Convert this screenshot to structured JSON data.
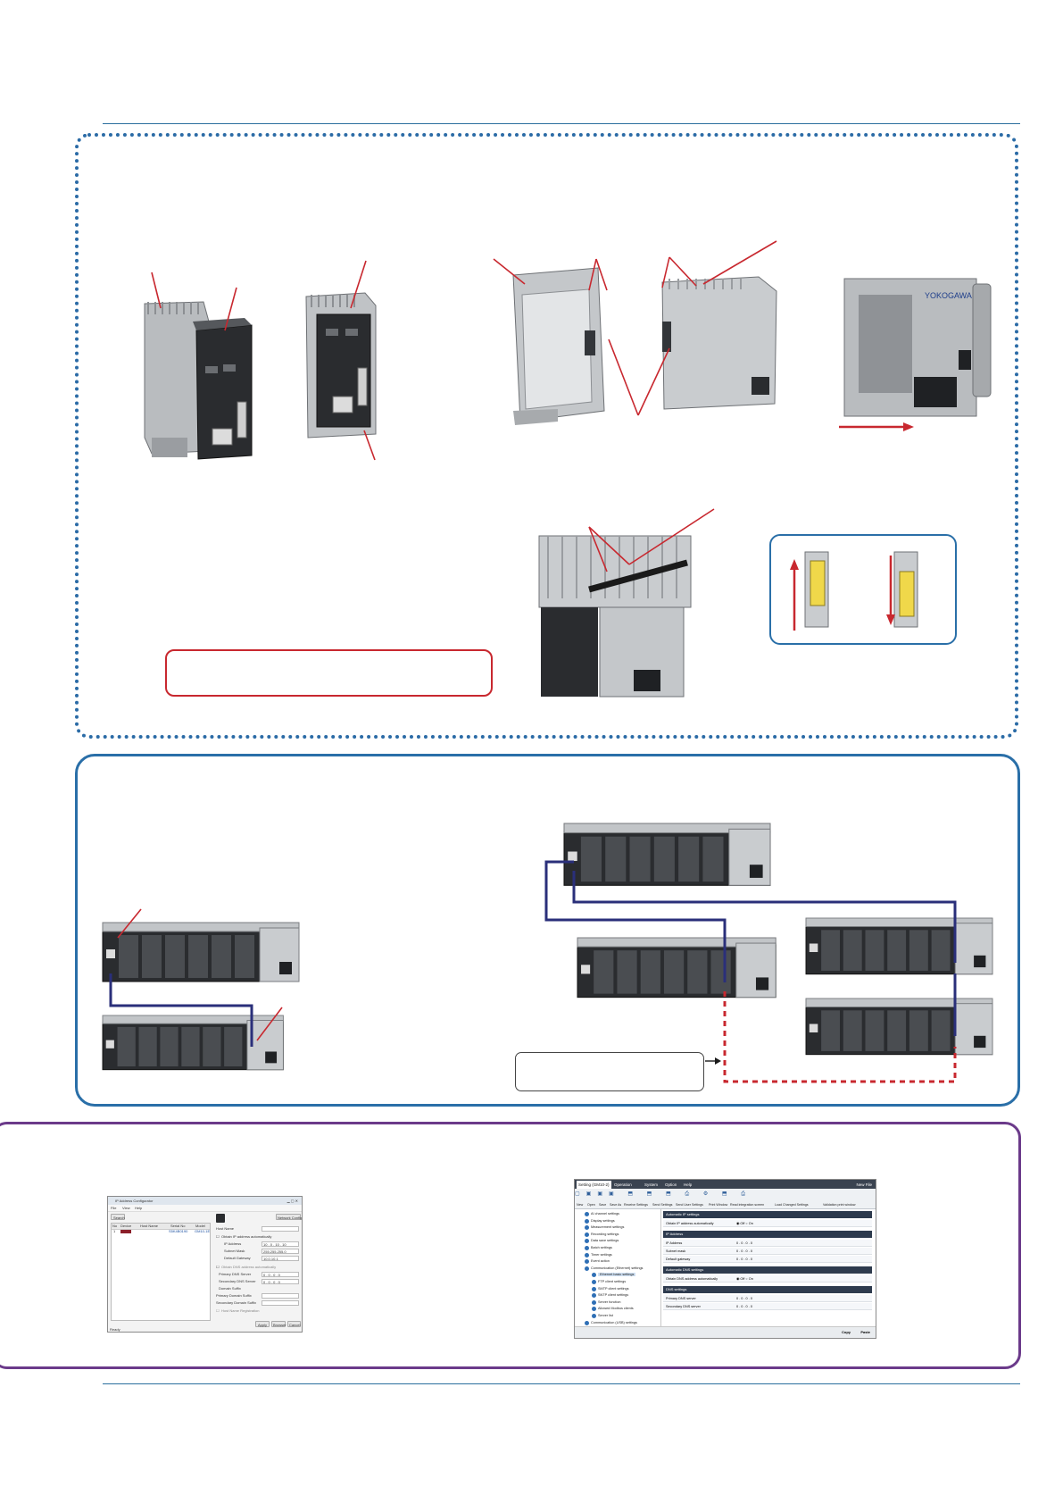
{
  "colors": {
    "rule_blue": "#2b6f9e",
    "dashed_frame": "#2b6ba6",
    "solid_frame": "#2a6fa8",
    "purple_frame": "#6b3a8a",
    "callout_red": "#c8282f",
    "cable_navy": "#2a2f7a",
    "cable_red_dashed": "#c8282f",
    "lever_yellow": "#f0d84a"
  },
  "brand": {
    "logo_text": "YOKOGAWA"
  },
  "ip_config_window": {
    "title": "IP Address Configurator",
    "menu": [
      "File",
      "View",
      "Help"
    ],
    "search_button": "Search",
    "network_config_button": "Network Config",
    "columns": [
      "No",
      "Device",
      "Host Name",
      "Serial No",
      "Model"
    ],
    "rows": [
      {
        "no": "1",
        "device": "",
        "host": "",
        "serial": "S5K4B0190",
        "model": "GM10-1E"
      }
    ],
    "fields": [
      {
        "label": "Host Name",
        "value": ""
      },
      {
        "label": "Obtain IP address automatically",
        "value": ""
      },
      {
        "label": "IP Address",
        "value": "10 . 0 . 10 . 10"
      },
      {
        "label": "Subnet Mask",
        "value": "255.255.255.0"
      },
      {
        "label": "Default Gateway",
        "value": "10.0.10.1"
      },
      {
        "label": "Obtain DNS address automatically",
        "value": ""
      },
      {
        "label": "Primary DNS Server",
        "value": "0 . 0 . 0 . 0"
      },
      {
        "label": "Secondary DNS Server",
        "value": "0 . 0 . 0 . 0"
      },
      {
        "label": "Domain Suffix",
        "value": ""
      },
      {
        "label": "Primary Domain Suffix",
        "value": ""
      },
      {
        "label": "Secondary Domain Suffix",
        "value": ""
      },
      {
        "label": "Host Name Registration",
        "value": ""
      }
    ],
    "buttons": [
      "Apply",
      "Browser",
      "Cancel"
    ],
    "status": "Ready"
  },
  "settings_window": {
    "tabs": [
      "Setting (GM10-2)",
      "Operation",
      "System",
      "Option",
      "Help"
    ],
    "tab_right": "New File",
    "toolbar": [
      "New",
      "Open",
      "Save",
      "Save As",
      "Receive Settings",
      "Send Settings",
      "Send User Settings",
      "Print Window",
      "Read integration screen",
      "Load Changed Settings",
      "Validation print window"
    ],
    "tree": [
      "AI channel settings",
      "Display settings",
      "Measurement settings",
      "Recording settings",
      "Data save settings",
      "Batch settings",
      "Timer settings",
      "Event action",
      "Communication (Ethernet) settings",
      "Ethernet basic settings",
      "FTP client settings",
      "SMTP client settings",
      "SNTP client settings",
      "Server function",
      "Allowed Modbus clients",
      "Server list",
      "Communication (USB) settings"
    ],
    "sections": [
      {
        "title": "Automatic IP settings",
        "rows": [
          {
            "label": "Obtain IP address automatically",
            "value": "◉ Off  ○ On"
          }
        ]
      },
      {
        "title": "IP Address",
        "rows": [
          {
            "label": "IP Address",
            "value": "0   .   0   .   0   .   0"
          },
          {
            "label": "Subnet mask",
            "value": "0   .   0   .   0   .   0"
          },
          {
            "label": "Default gateway",
            "value": "0   .   0   .   0   .   0"
          }
        ]
      },
      {
        "title": "Automatic DNS settings",
        "rows": [
          {
            "label": "Obtain DNS address automatically",
            "value": "◉ Off  ○ On"
          }
        ]
      },
      {
        "title": "DNS settings",
        "rows": [
          {
            "label": "Primary DNS server",
            "value": "0   .   0   .   0   .   0"
          },
          {
            "label": "Secondary DNS server",
            "value": "0   .   0   .   0   .   0"
          }
        ]
      }
    ],
    "footer_buttons": [
      "Copy",
      "Paste"
    ]
  }
}
